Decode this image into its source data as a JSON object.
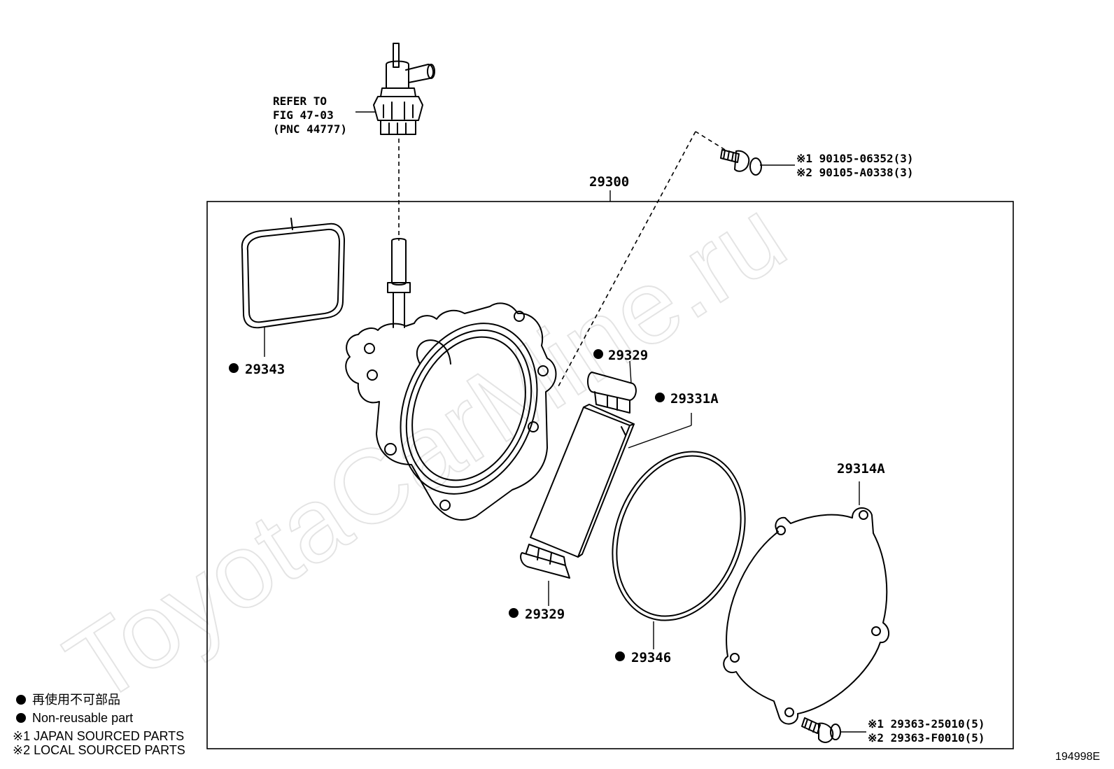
{
  "watermark": "ToyotaCarMine.ru",
  "diagram_code": "194998E",
  "assembly": {
    "part_no": "29300"
  },
  "refer_note": {
    "line1": "REFER TO",
    "line2": "FIG 47-03",
    "line3": "(PNC 44777)"
  },
  "bolt_top": {
    "line1": "※1 90105-06352(3)",
    "line2": "※2 90105-A0338(3)"
  },
  "bolt_bottom": {
    "line1": "※1 29363-25010(5)",
    "line2": "※2 29363-F0010(5)"
  },
  "parts": {
    "gasket_rect": "29343",
    "cap_upper": "29329",
    "vane": "29331A",
    "cap_lower": "29329",
    "o_ring": "29346",
    "cover": "29314A"
  },
  "legend": {
    "jp_nonreusable": "再使用不可部品",
    "nonreusable": "Non-reusable part",
    "japan_sourced": "※1  JAPAN SOURCED PARTS",
    "local_sourced": "※2  LOCAL SOURCED PARTS"
  },
  "icons": {
    "bullet": "filled-circle-icon"
  }
}
